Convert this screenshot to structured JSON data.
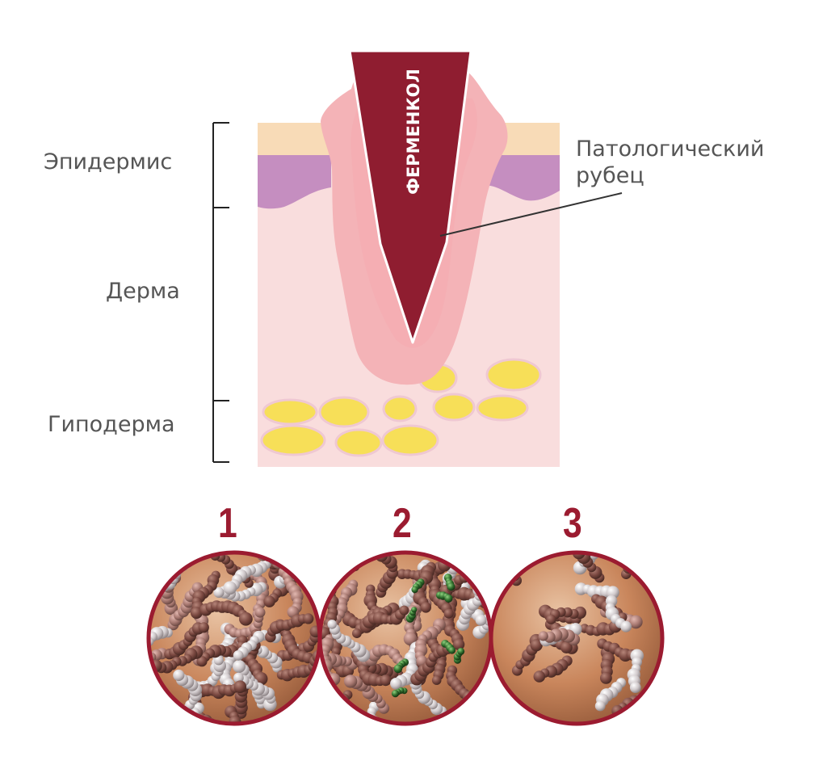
{
  "labels": {
    "epidermis": "Эпидермис",
    "dermis": "Дерма",
    "hypodermis": "Гиподерма"
  },
  "arrow_label": "ФЕРМЕНКОЛ",
  "callout": {
    "line1": "Патологический",
    "line2": "рубец"
  },
  "stages": [
    {
      "number": "1"
    },
    {
      "number": "2"
    },
    {
      "number": "3"
    }
  ],
  "colors": {
    "accent": "#9b1b30",
    "epidermis_top": "#f8dbb7",
    "epidermis_basal": "#c58ec0",
    "dermis": "#f9dddd",
    "scar": "#f4b3b7",
    "fat": "#f7df58",
    "collagen_dark": "#7a4840",
    "collagen_light": "#d6d0d2",
    "enzyme": "#2f6b2c"
  }
}
